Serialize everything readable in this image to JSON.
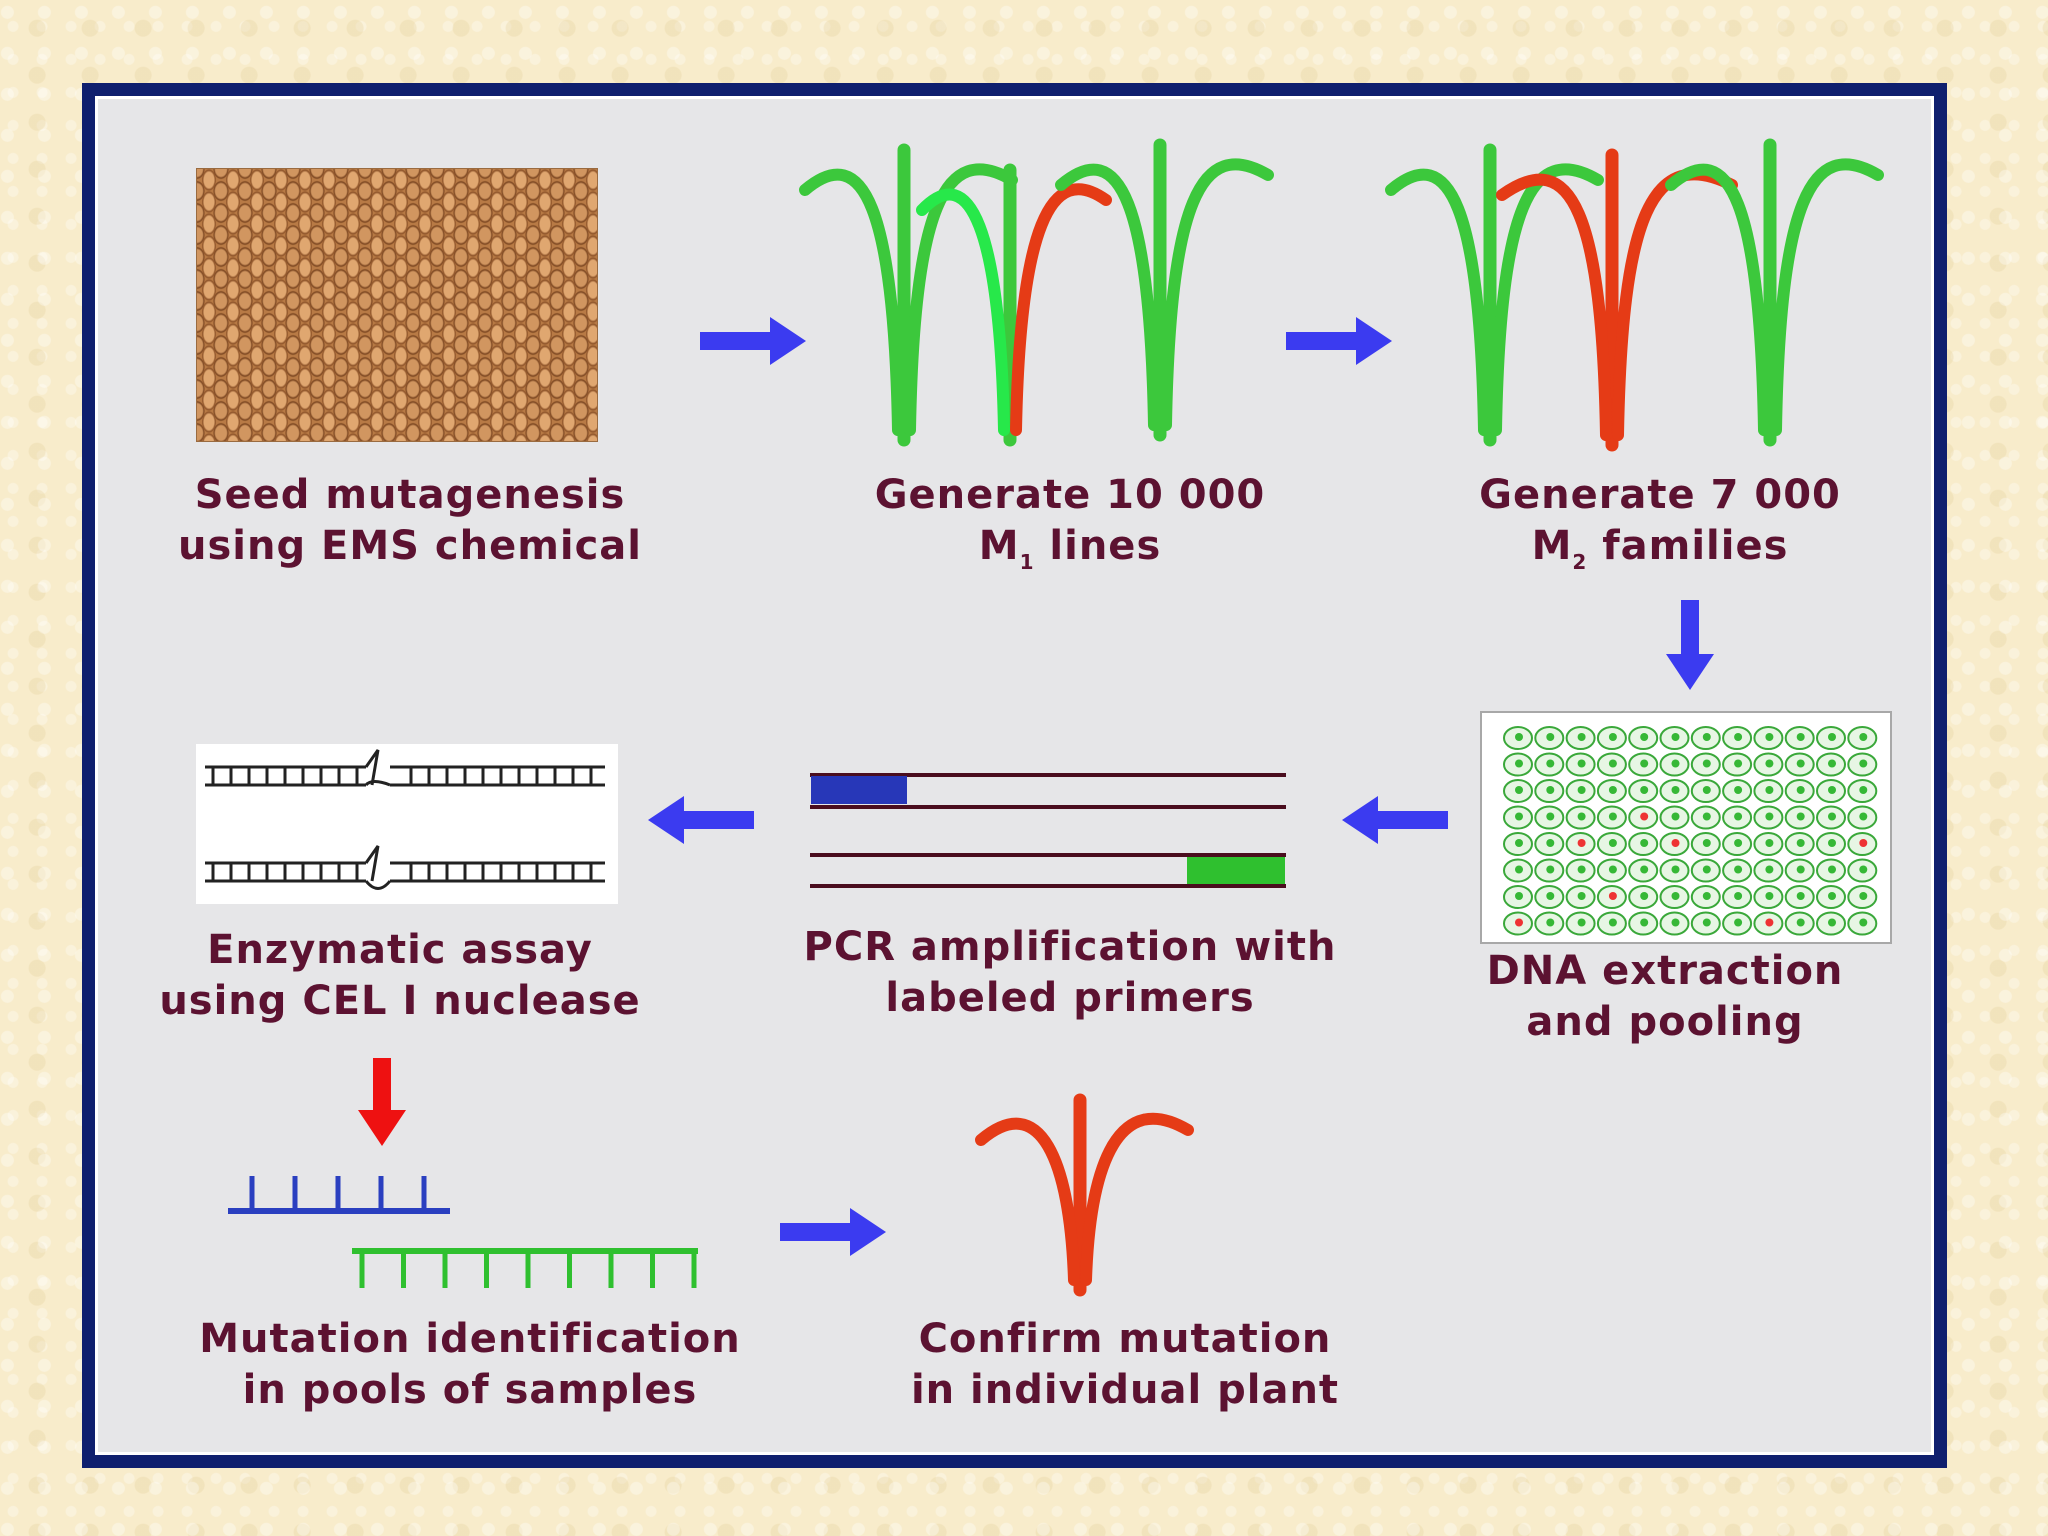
{
  "steps": {
    "seed": {
      "line1": "Seed mutagenesis",
      "line2": "using EMS chemical"
    },
    "m1": {
      "line1": "Generate 10 000",
      "line2_prefix": "M",
      "line2_sub": "1",
      "line2_suffix": " lines"
    },
    "m2": {
      "line1": "Generate 7 000",
      "line2_prefix": "M",
      "line2_sub": "2",
      "line2_suffix": " families"
    },
    "dna": {
      "line1": "DNA extraction",
      "line2": "and pooling"
    },
    "pcr": {
      "line1": "PCR amplification with",
      "line2": "labeled primers"
    },
    "cel": {
      "line1": "Enzymatic assay",
      "line2": "using CEL I nuclease"
    },
    "ident": {
      "line1": "Mutation identification",
      "line2": "in pools of samples"
    },
    "confirm": {
      "line1": "Confirm mutation",
      "line2": "in individual plant"
    }
  },
  "colors": {
    "frame": "#0f1f6e",
    "panel": "#e6e6e8",
    "label": "#5c1231",
    "arrow_blue": "#3b3bf0",
    "arrow_red": "#ee1111",
    "plant_green": "#3cc83c",
    "plant_red": "#e53b16",
    "dna_line": "#4a0d1e"
  },
  "plate": {
    "rows": 8,
    "cols": 12,
    "mutant_wells": [
      [
        3,
        4
      ],
      [
        4,
        2
      ],
      [
        4,
        5
      ],
      [
        4,
        11
      ],
      [
        6,
        3
      ],
      [
        7,
        0
      ],
      [
        7,
        8
      ]
    ]
  },
  "fragments": {
    "blue_ticks": 5,
    "green_ticks": 9
  }
}
